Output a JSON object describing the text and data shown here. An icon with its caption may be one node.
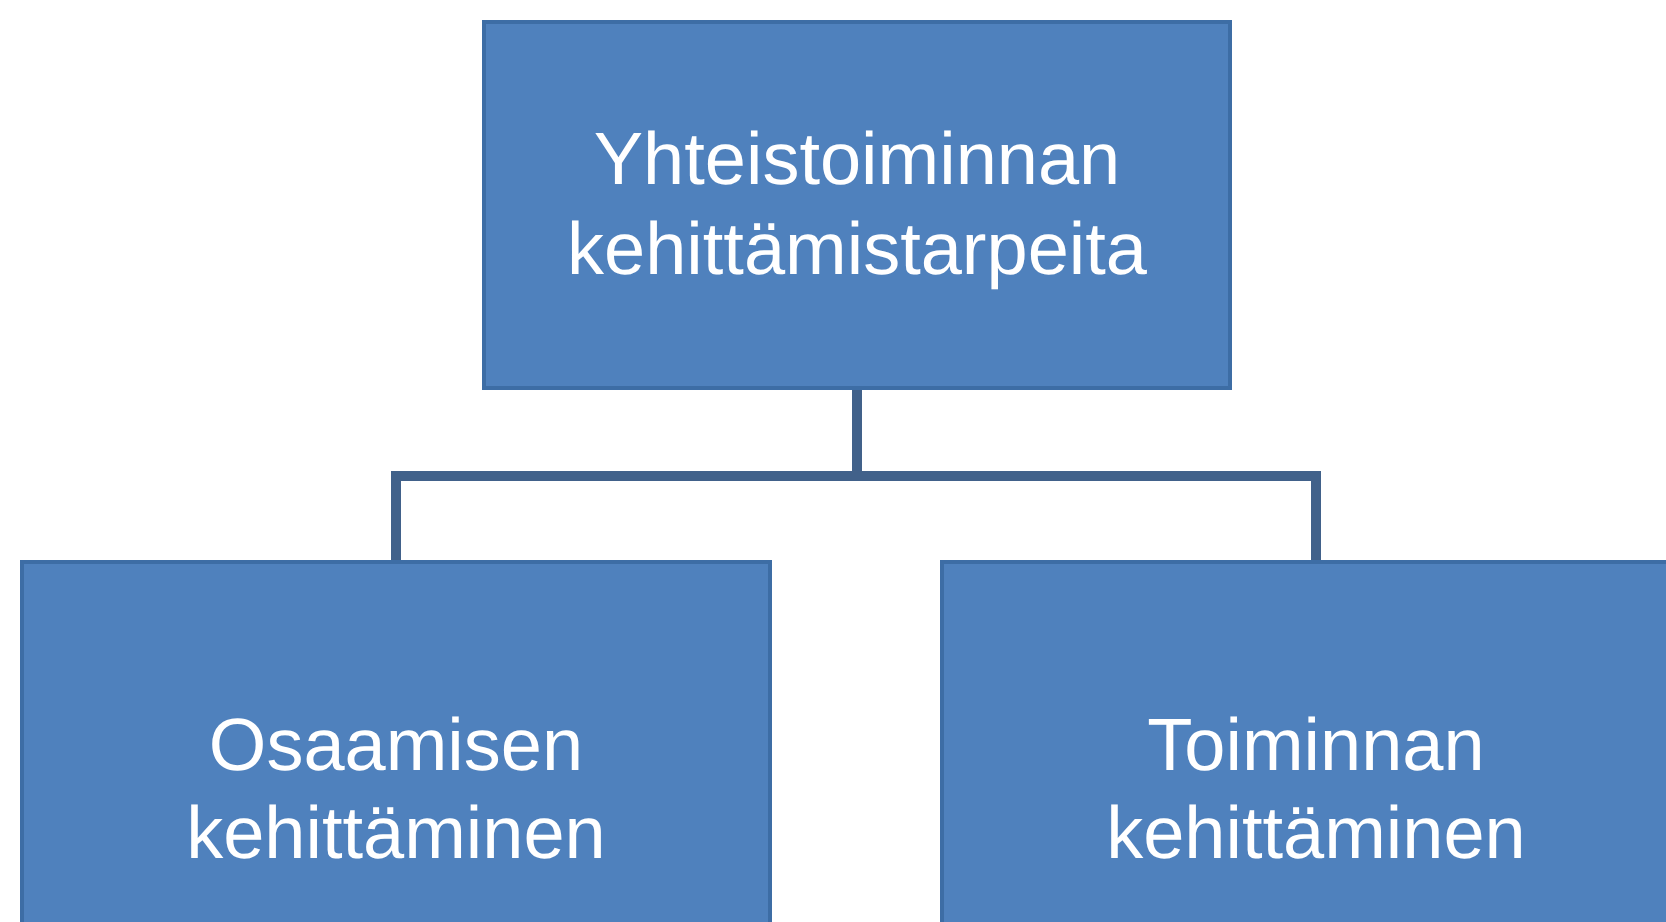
{
  "diagram": {
    "nodes": [
      {
        "text": [
          "Yhteistoiminnan kehittämistarpeita"
        ]
      },
      {
        "text": [
          "Osaamisen kehittäminen"
        ]
      },
      {
        "text": [
          "Toiminnan kehittäminen"
        ]
      }
    ],
    "edges": [
      {
        "from": 0,
        "to": 1,
        "arrow": "none"
      },
      {
        "from": 0,
        "to": 2,
        "arrow": "none"
      }
    ]
  }
}
